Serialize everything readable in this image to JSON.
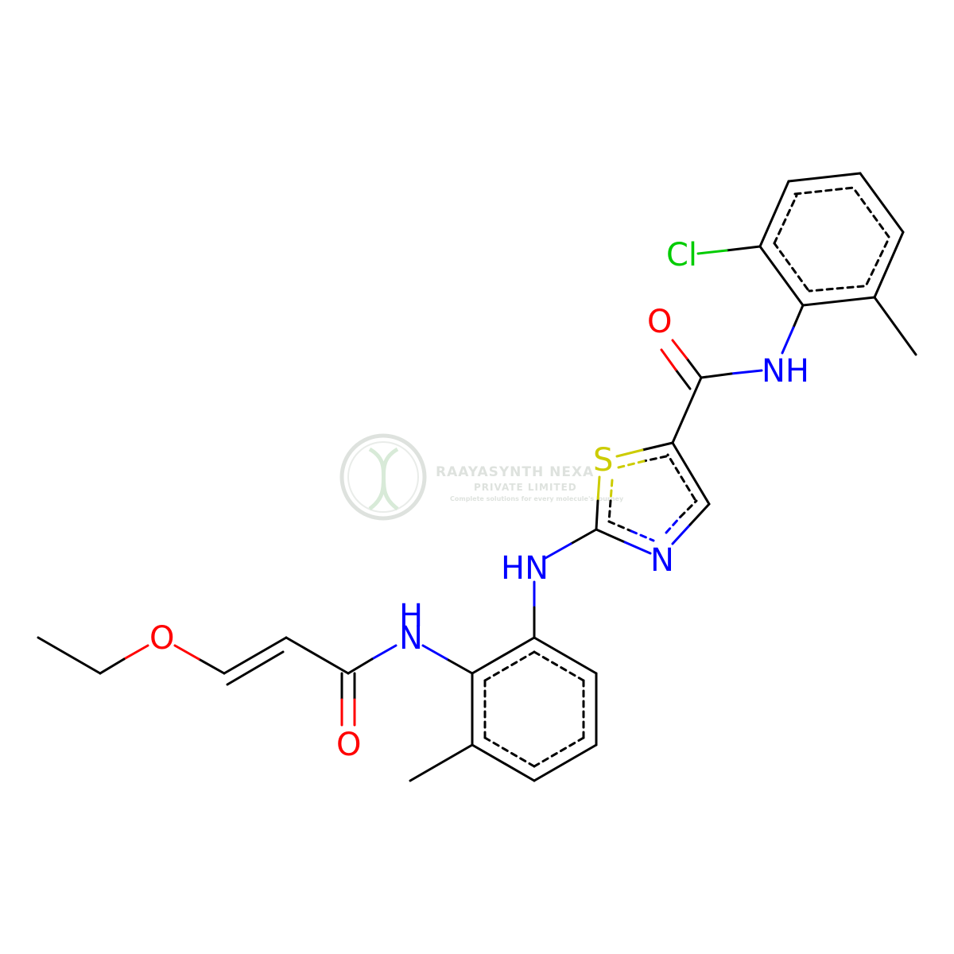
{
  "colors": {
    "carbon": "#000000",
    "nitrogen": "#0000ff",
    "oxygen": "#ff0000",
    "sulfur": "#cccc00",
    "chlorine": "#00cc00",
    "watermark": "#d6dcd6"
  },
  "atoms": {
    "cl": "Cl",
    "o_amide_top": "O",
    "nh_amide_top": "NH",
    "s_ring": "S",
    "n_ring": "N",
    "hn_link": "HN",
    "h_amide_bottom": "H",
    "n_amide_bottom": "N",
    "o_ether": "O",
    "o_amide_bottom": "O"
  },
  "watermark": {
    "name": "RAAYASYNTH NEXA",
    "subtitle": "PRIVATE LIMITED",
    "tagline": "Complete solutions for every molecule's journey"
  }
}
